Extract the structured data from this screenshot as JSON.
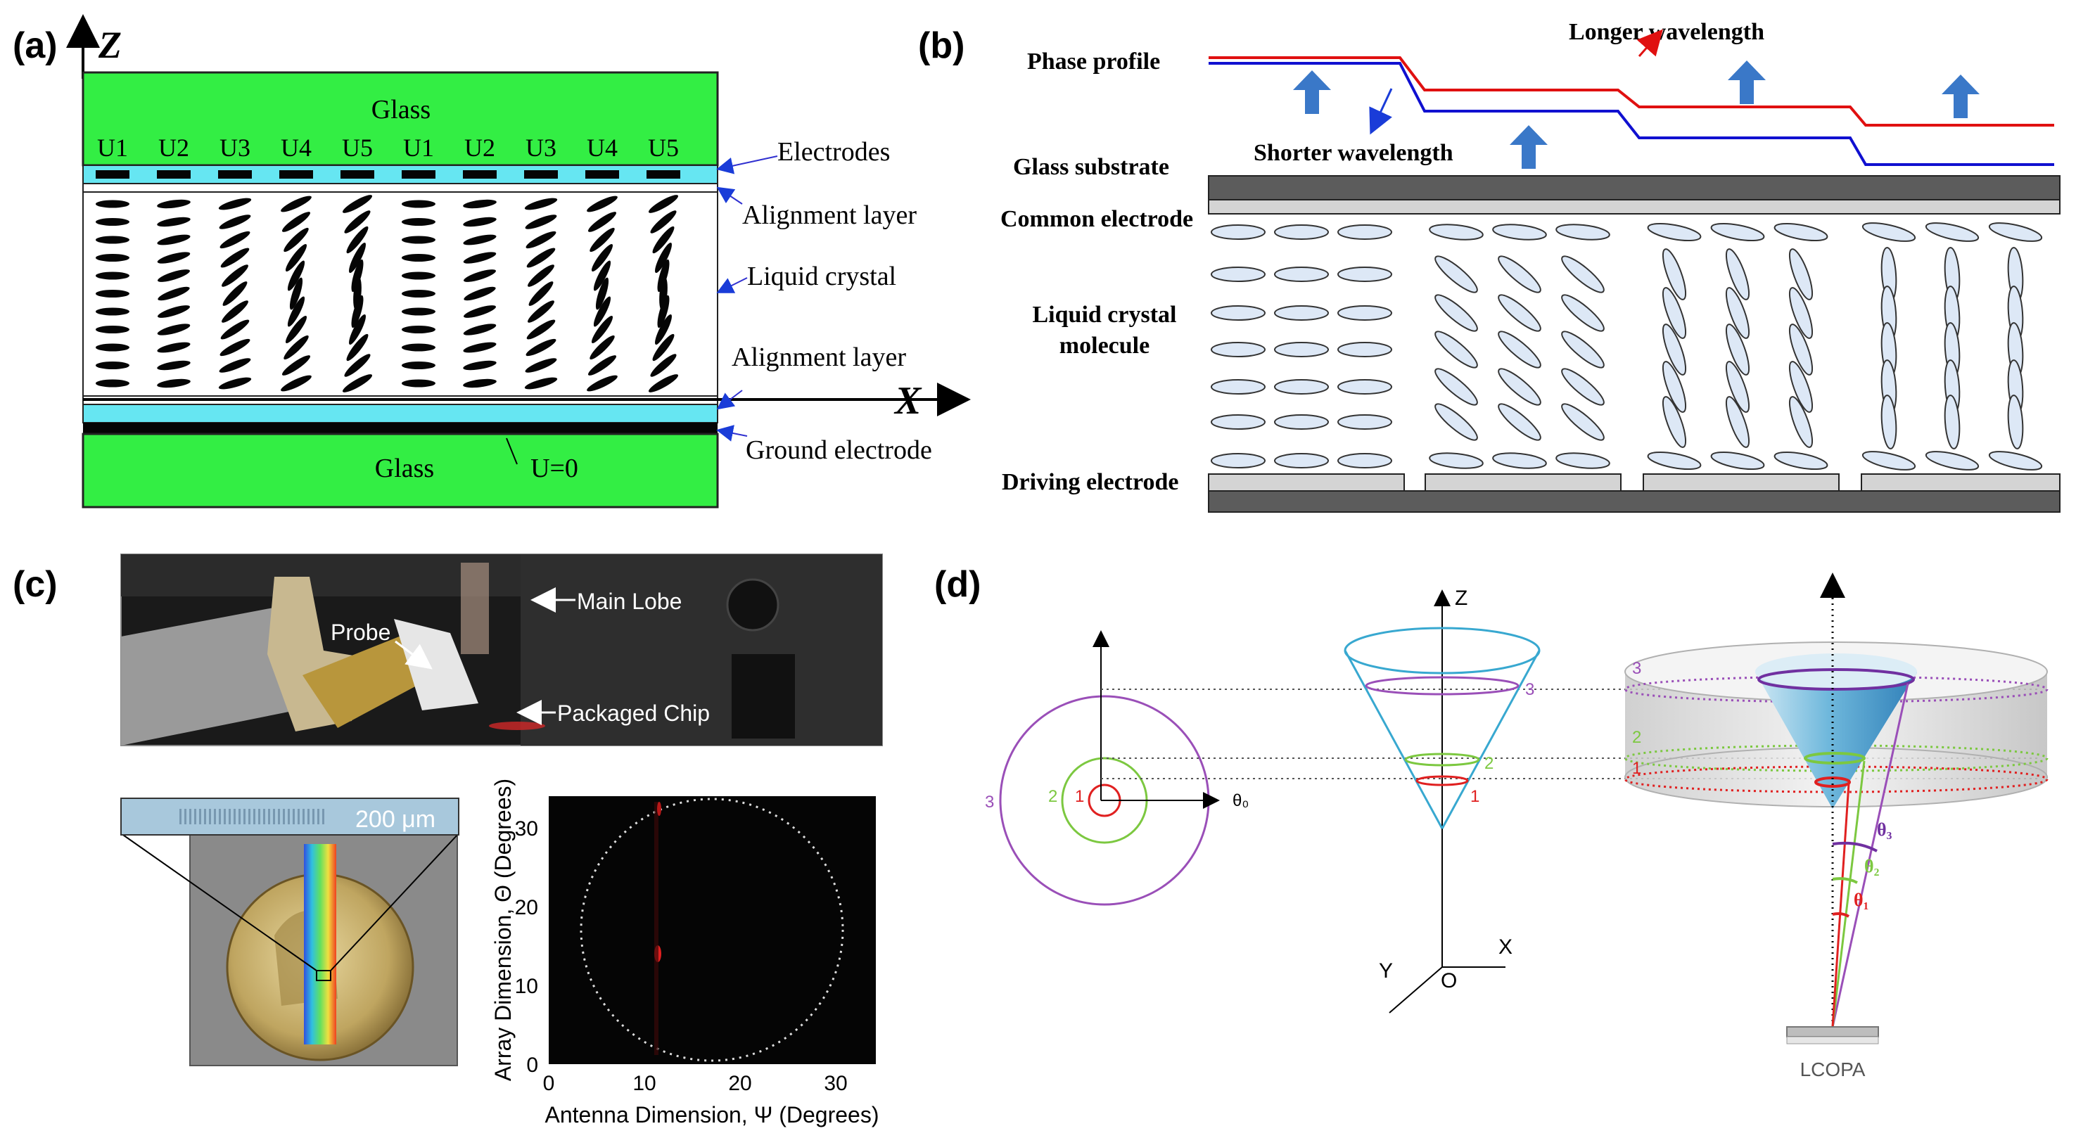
{
  "colors": {
    "glass_green": "#33ee44",
    "cyan": "#66e6f2",
    "phase_red": "#e01010",
    "phase_blue": "#1010d0",
    "arrow_blue": "#3a78c8",
    "lc_fill": "#dde8f6",
    "dark_gray": "#5c5c5c",
    "light_gray": "#d4d4d4",
    "ring_purple": "#9a4fb8",
    "ring_green": "#7cc840",
    "ring_red": "#e02020",
    "cone_blue": "#38a8d0",
    "photo_dark": "#1a1a1a"
  },
  "panel_a": {
    "label": "(a)",
    "axis_z": "Z",
    "axis_x": "X",
    "glass_top": "Glass",
    "glass_bottom": "Glass",
    "electrodes": [
      "U1",
      "U2",
      "U3",
      "U4",
      "U5",
      "U1",
      "U2",
      "U3",
      "U4",
      "U5"
    ],
    "ground_voltage": "U=0",
    "callouts": [
      "Electrodes",
      "Alignment layer",
      "Liquid crystal",
      "Alignment layer",
      "Ground electrode"
    ]
  },
  "panel_b": {
    "label": "(b)",
    "left_labels": [
      "Phase profile",
      "Glass substrate",
      "Common electrode",
      "Liquid crystal",
      "molecule",
      "Driving electrode"
    ],
    "longer": "Longer wavelength",
    "shorter": "Shorter wavelength"
  },
  "panel_c": {
    "label": "(c)",
    "photo_labels": [
      "Main Lobe",
      "Probe",
      "Packaged Chip"
    ],
    "scale_bar": "200 μm",
    "plot": {
      "ylabel": "Array Dimension, Θ (Degrees)",
      "xlabel": "Antenna Dimension, Ψ (Degrees)",
      "xticks": [
        "0",
        "10",
        "20",
        "30"
      ],
      "yticks": [
        "0",
        "10",
        "20",
        "30"
      ]
    }
  },
  "panel_d": {
    "label": "(d)",
    "ring_labels": [
      "1",
      "2",
      "3"
    ],
    "theta0": "θ₀",
    "axis_z": "Z",
    "axis_x": "X",
    "axis_y": "Y",
    "origin": "O",
    "angles": [
      "θ₁",
      "θ₂",
      "θ₃"
    ],
    "device": "LCOPA"
  }
}
